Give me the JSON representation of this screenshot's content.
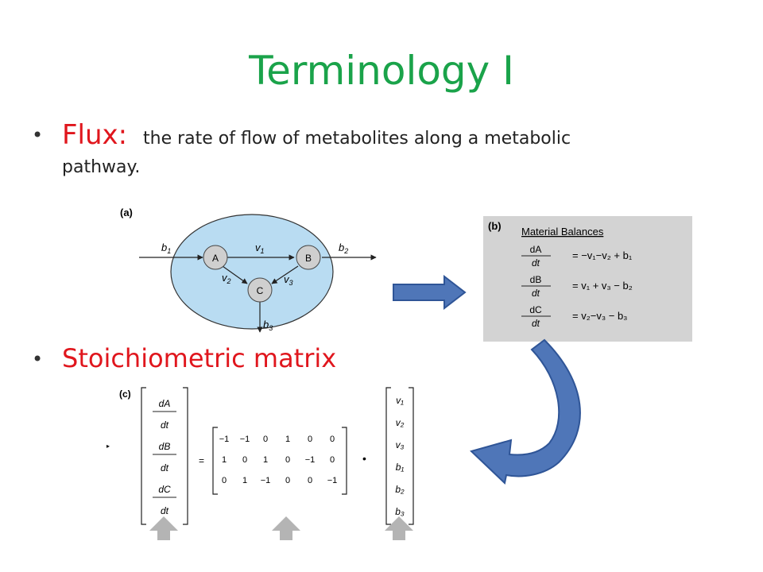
{
  "title": "Terminology I",
  "bullets": [
    {
      "term": "Flux:",
      "definition_line1": "the rate of flow of metabolites along a metabolic",
      "definition_line2": "pathway."
    },
    {
      "term": "Stoichiometric  matrix"
    }
  ],
  "panel_a": {
    "label": "(a)",
    "nodes": [
      "A",
      "B",
      "C"
    ],
    "fluxes": {
      "b1": "b",
      "b1sub": "1",
      "b2": "b",
      "b2sub": "2",
      "b3": "b",
      "b3sub": "3",
      "v1": "v",
      "v1sub": "1",
      "v2": "v",
      "v2sub": "2",
      "v3": "v",
      "v3sub": "3"
    }
  },
  "panel_b": {
    "label": "(b)",
    "heading": "Material Balances",
    "rows": [
      {
        "num": "dA",
        "den": "dt",
        "rhs": "= −v₁−v₂ + b₁"
      },
      {
        "num": "dB",
        "den": "dt",
        "rhs": "= v₁ + v₃ − b₂"
      },
      {
        "num": "dC",
        "den": "dt",
        "rhs": "= v₂−v₃ − b₃"
      }
    ]
  },
  "panel_c": {
    "label": "(c)",
    "lhs": [
      {
        "num": "dA",
        "den": "dt"
      },
      {
        "num": "dB",
        "den": "dt"
      },
      {
        "num": "dC",
        "den": "dt"
      }
    ],
    "equals": "=",
    "matrix": [
      [
        "−1",
        "−1",
        "0",
        "1",
        "0",
        "0"
      ],
      [
        "1",
        "0",
        "1",
        "0",
        "−1",
        "0"
      ],
      [
        "0",
        "1",
        "−1",
        "0",
        "0",
        "−1"
      ]
    ],
    "dot": "•",
    "vector": [
      "v₁",
      "v₂",
      "v₃",
      "b₁",
      "b₂",
      "b₃"
    ]
  },
  "colors": {
    "title": "#1aa34a",
    "term": "#e0161d",
    "arrow": "#4f76b8",
    "arrow_edge": "#2f5597",
    "cell": "#b9dcf2",
    "panel_b_bg": "#d3d3d3"
  }
}
